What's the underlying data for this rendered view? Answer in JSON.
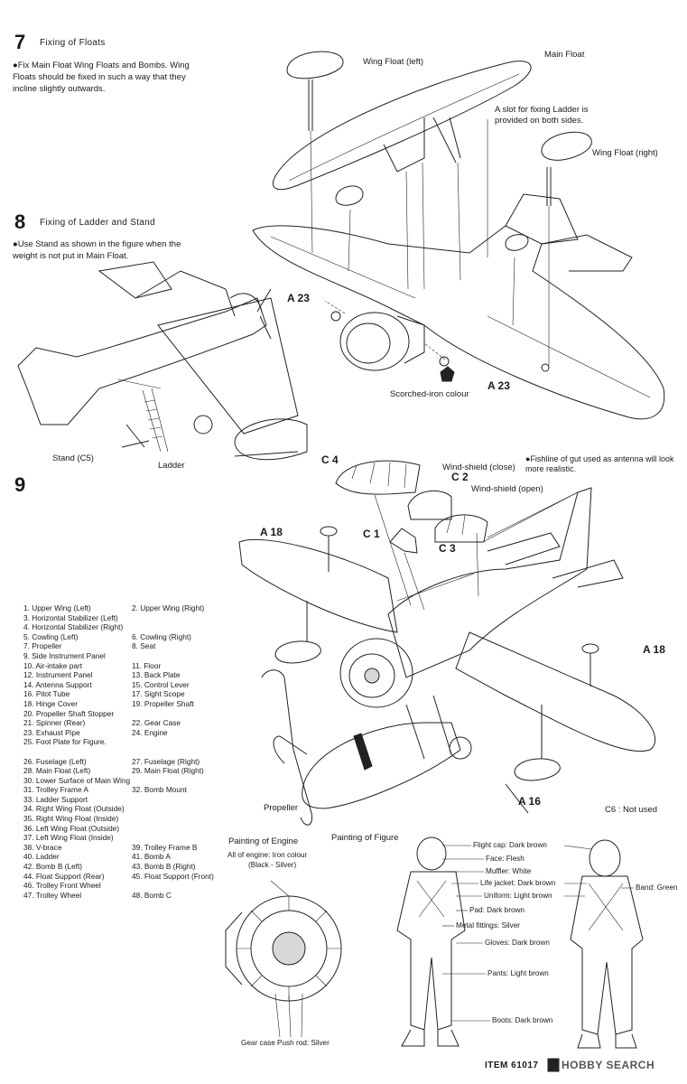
{
  "step7": {
    "number": "7",
    "title": "Fixing of Floats",
    "note": "Fix Main Float  Wing Floats and Bombs. Wing Floats should be fixed in such a way that they incline slightly outwards.",
    "labels": {
      "wing_float_left": "Wing Float (left)",
      "main_float": "Main Float",
      "slot_note": "A slot for fixing Ladder is provided on both sides.",
      "wing_float_right": "Wing Float (right)",
      "a23_left": "A 23",
      "a23_right": "A 23",
      "scorched": "Scorched-iron colour"
    }
  },
  "step8": {
    "number": "8",
    "title": "Fixing of Ladder and Stand",
    "note": "Use Stand as shown in the figure when the weight is not put in Main Float.",
    "labels": {
      "stand": "Stand (C5)",
      "ladder": "Ladder"
    }
  },
  "step9": {
    "number": "9",
    "fishline_note": "Fishline of gut used as antenna will look more realistic.",
    "labels": {
      "c4": "C 4",
      "windshield_close": "Wind-shield (close)",
      "c2": "C 2",
      "windshield_open": "Wind-shield (open)",
      "a18_left": "A 18",
      "c1": "C 1",
      "c3": "C 3",
      "a18_right": "A 18",
      "propeller": "Propeller",
      "a16": "A 16",
      "c6": "C6 : Not used"
    }
  },
  "parts_list": [
    [
      "1. Upper Wing (Left)",
      "2. Upper Wing (Right)"
    ],
    [
      "3. Horizontal Stabilizer (Left)",
      ""
    ],
    [
      "4. Horizontal Stabilizer (Right)",
      ""
    ],
    [
      "5. Cowling (Left)",
      "6. Cowling (Right)"
    ],
    [
      "7. Propeller",
      "8. Seat"
    ],
    [
      "9. Side Instrument Panel",
      ""
    ],
    [
      "10. Air-intake part",
      "11. Floor"
    ],
    [
      "12. Instrument Panel",
      "13. Back Plate"
    ],
    [
      "14. Antenna Support",
      "15. Control  Lever"
    ],
    [
      "16. Pitot Tube",
      "17. Sight Scope"
    ],
    [
      "18. Hinge Cover",
      "19. Propeller Shaft"
    ],
    [
      "20. Propeller Shaft Stopper",
      ""
    ],
    [
      "21. Spinner (Rear)",
      "22. Gear Case"
    ],
    [
      "23. Exhaust Pipe",
      "24. Engine"
    ],
    [
      "25. Foot Plate for Figure.",
      ""
    ],
    [
      "",
      ""
    ],
    [
      "26. Fuselage (Left)",
      "27. Fuselage (Right)"
    ],
    [
      "28. Main Float (Left)",
      "29. Main Float (Right)"
    ],
    [
      "30. Lower Surface of Main Wing",
      ""
    ],
    [
      "31. Trolley Frame A",
      "32. Bomb Mount"
    ],
    [
      "33. Ladder Support",
      ""
    ],
    [
      "34. Right Wing Float (Outside)",
      ""
    ],
    [
      "35. Right Wing Float (Inside)",
      ""
    ],
    [
      "36. Left Wing Float (Outside)",
      ""
    ],
    [
      "37. Left Wing Float (Inside)",
      ""
    ],
    [
      "38. V-brace",
      "39. Trolley Frame B"
    ],
    [
      "40. Ladder",
      "41. Bomb A"
    ],
    [
      "42. Bomb B (Left)",
      "43. Bomb B (Right)"
    ],
    [
      "44. Float Support (Rear)",
      "45. Float Support (Front)"
    ],
    [
      "46. Trolley Front Wheel",
      ""
    ],
    [
      "47. Trolley Wheel",
      "48. Bomb C"
    ]
  ],
  "engine_painting": {
    "title": "Painting of Engine",
    "line1": "All of engine: Iron colour",
    "line2": "(Black - Silver)",
    "gear_case": "Gear case  Push rod: Silver"
  },
  "figure_painting": {
    "title": "Painting of Figure",
    "items": [
      "Flight cap: Dark brown",
      "Face: Flesh",
      "Muffler: White",
      "Life jacket: Dark brown",
      "Uniform: Light brown",
      "Pad: Dark brown",
      "Metal fittings: Silver",
      "Gloves: Dark brown",
      "Pants: Light brown",
      "Boots: Dark brown"
    ],
    "band": "Band: Green"
  },
  "footer": {
    "item": "ITEM  61017",
    "watermark": "HOBBY SEARCH"
  }
}
